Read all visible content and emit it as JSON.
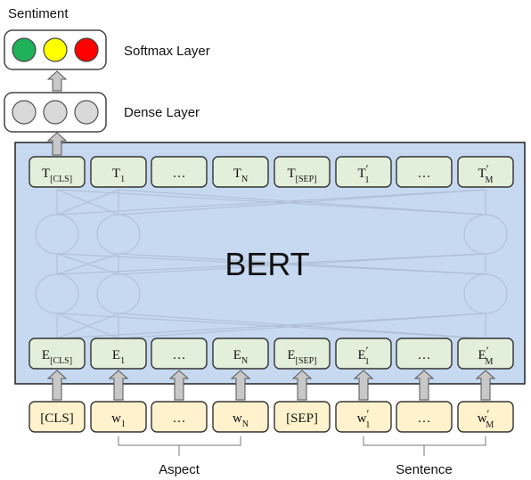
{
  "labels": {
    "sentiment": "Sentiment",
    "softmax_layer": "Softmax Layer",
    "dense_layer": "Dense Layer",
    "bert": "BERT",
    "aspect": "Aspect",
    "sentence": "Sentence"
  },
  "softmax_circles": [
    {
      "name": "positive-circle",
      "color": "#1fb25a"
    },
    {
      "name": "neutral-circle",
      "color": "#ffff00"
    },
    {
      "name": "negative-circle",
      "color": "#ff0000"
    }
  ],
  "output_tokens": [
    {
      "base": "T",
      "sub": "[CLS]",
      "prime": false
    },
    {
      "base": "T",
      "sub": "1",
      "prime": false
    },
    {
      "base": "…",
      "sub": "",
      "prime": false
    },
    {
      "base": "T",
      "sub": "N",
      "prime": false
    },
    {
      "base": "T",
      "sub": "[SEP]",
      "prime": false
    },
    {
      "base": "T",
      "sub": "1",
      "prime": true
    },
    {
      "base": "…",
      "sub": "",
      "prime": false
    },
    {
      "base": "T",
      "sub": "M",
      "prime": true
    }
  ],
  "embedding_tokens": [
    {
      "base": "E",
      "sub": "[CLS]",
      "prime": false
    },
    {
      "base": "E",
      "sub": "1",
      "prime": false
    },
    {
      "base": "…",
      "sub": "",
      "prime": false
    },
    {
      "base": "E",
      "sub": "N",
      "prime": false
    },
    {
      "base": "E",
      "sub": "[SEP]",
      "prime": false
    },
    {
      "base": "E",
      "sub": "1",
      "prime": true
    },
    {
      "base": "…",
      "sub": "",
      "prime": false
    },
    {
      "base": "E",
      "sub": "M",
      "prime": true
    }
  ],
  "input_tokens": [
    {
      "base": "[CLS]",
      "sub": "",
      "prime": false
    },
    {
      "base": "w",
      "sub": "1",
      "prime": false
    },
    {
      "base": "…",
      "sub": "",
      "prime": false
    },
    {
      "base": "w",
      "sub": "N",
      "prime": false
    },
    {
      "base": "[SEP]",
      "sub": "",
      "prime": false
    },
    {
      "base": "w",
      "sub": "1",
      "prime": true
    },
    {
      "base": "…",
      "sub": "",
      "prime": false
    },
    {
      "base": "w",
      "sub": "M",
      "prime": true
    }
  ],
  "colors": {
    "bert_fill": "#c6d9f1",
    "token_fill_green": "#e2efda",
    "input_fill_yellow": "#fff2cc",
    "dense_circle": "#d9d9d9",
    "arrow_fill": "#c8c8c8"
  }
}
